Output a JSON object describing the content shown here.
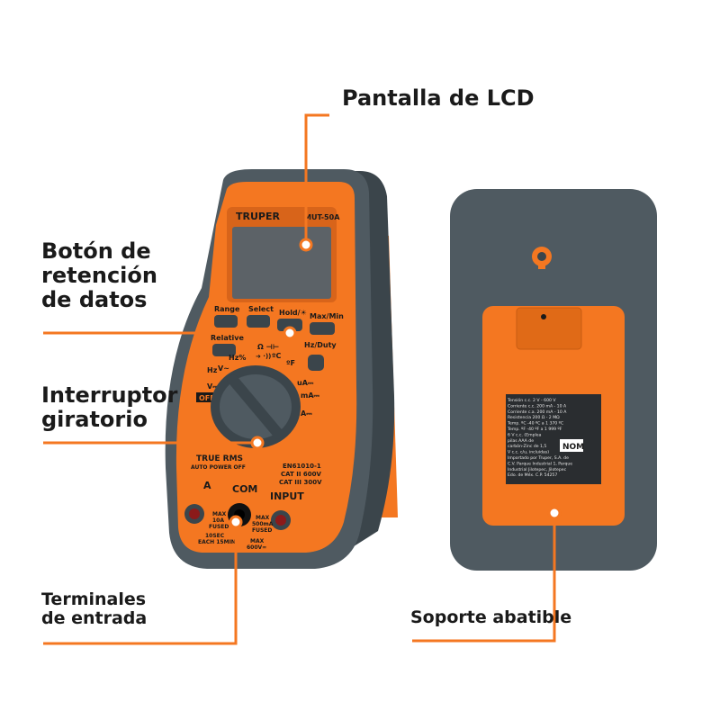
{
  "callouts": {
    "lcd": "Pantalla de LCD",
    "hold_lines": [
      "Botón de",
      "retención",
      "de datos"
    ],
    "rotary_lines": [
      "Interruptor",
      "giratorio"
    ],
    "terminals_lines": [
      "Terminales",
      "de entrada"
    ],
    "stand": "Soporte abatible"
  },
  "meter": {
    "brand": "TRUPER",
    "model": "MUT-50A",
    "buttons": [
      "Range",
      "Select",
      "Hold/☀",
      "Max/Min",
      "Relative",
      "Hz/Duty",
      "Hz%"
    ],
    "dial_labels": {
      "off": "OFF",
      "v_ac": "V~",
      "v_dc": "V⎓",
      "hz": "Hz",
      "ohm": "Ω ⊣⊢",
      "diode": "➜ ·))",
      "celsius": "ºC",
      "fahrenheit": "ºF",
      "ua": "uA⎓",
      "ma": "mA⎓",
      "a": "A⎓"
    },
    "true_rms": "TRUE RMS",
    "auto_power_off": "AUTO POWER OFF",
    "standards": [
      "EN61010-1",
      "CAT II 600V",
      "CAT III 300V"
    ],
    "terminals": [
      "A",
      "COM",
      "INPUT"
    ],
    "a_fuse": [
      "MAX",
      "10A",
      "FUSED"
    ],
    "input_fuse": [
      "MAX",
      "500mA",
      "FUSED"
    ],
    "a_timing": [
      "10SEC",
      "EACH 15MIN"
    ],
    "com_max": [
      "MAX",
      "600V≃"
    ]
  },
  "back_label": {
    "specs": [
      "Tensión c.c.        2 V - 600 V",
      "Corriente c.c.     200 mA - 10 A",
      "Corriente c.a.     200 mA - 10 A",
      "Resistencia         200 Ω - 2 MΩ",
      "Temp. ºC          -40 ºC a 1 370 ºC",
      "Temp. ºF          -40 ºF a 1 999 ºF"
    ],
    "power": [
      "6 V c.c. (Emplea",
      "pilas AAA de",
      "carbón-Zinc de 1,5",
      "V c.c. c/u, incluidas)"
    ],
    "nom": "NOM",
    "importer": [
      "Importado por Truper, S.A. de",
      "C.V. Parque Industrial 1, Parque",
      "Industrial Jilotepec, Jilotepec",
      "Edo. de Méx. C.P. 54257"
    ]
  },
  "colors": {
    "accent": "#f47721",
    "body_grey": "#4f5a61",
    "dark_grey": "#3b454b",
    "lcd": "#5c6267",
    "text": "#1a1a1a"
  }
}
